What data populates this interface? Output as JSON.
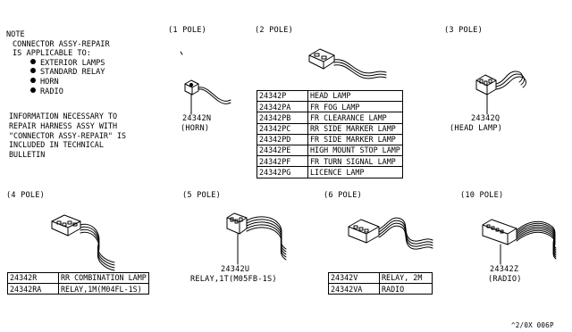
{
  "note": {
    "title": "NOTE",
    "lines": [
      "CONNECTOR ASSY-REPAIR",
      "IS APPLICABLE TO:"
    ],
    "items": [
      "EXTERIOR LAMPS",
      "STANDARD RELAY",
      "HORN",
      "RADIO"
    ]
  },
  "info": [
    "INFORMATION NECESSARY TO",
    "REPAIR HARNESS ASSY WITH",
    "\"CONNECTOR ASSY-REPAIR\" IS",
    "INCLUDED IN TECHNICAL",
    "BULLETIN"
  ],
  "headers": {
    "pole1": "(1 POLE)",
    "pole2": "(2 POLE)",
    "pole3": "(3 POLE)",
    "pole4": "(4 POLE)",
    "pole5": "(5 POLE)",
    "pole6": "(6 POLE)",
    "pole10": "(10 POLE)"
  },
  "callouts": {
    "c1_part": "24342N",
    "c1_desc": "(HORN)",
    "c3_part": "24342Q",
    "c3_desc": "(HEAD LAMP)",
    "c5_part": "24342U",
    "c5_desc": "RELAY,1T(M05FB-1S)",
    "c10_part": "24342Z",
    "c10_desc": "(RADIO)"
  },
  "table_2pole": [
    {
      "part": "24342P",
      "desc": "HEAD LAMP"
    },
    {
      "part": "24342PA",
      "desc": "FR FOG LAMP"
    },
    {
      "part": "24342PB",
      "desc": "FR CLEARANCE LAMP"
    },
    {
      "part": "24342PC",
      "desc": "RR SIDE MARKER LAMP"
    },
    {
      "part": "24342PD",
      "desc": "FR SIDE MARKER LAMP"
    },
    {
      "part": "24342PE",
      "desc": "HIGH MOUNT STOP LAMP"
    },
    {
      "part": "24342PF",
      "desc": "FR TURN SIGNAL LAMP"
    },
    {
      "part": "24342PG",
      "desc": "LICENCE LAMP"
    }
  ],
  "table_4pole": [
    {
      "part": "24342R",
      "desc": "RR COMBINATION LAMP"
    },
    {
      "part": "24342RA",
      "desc": "RELAY,1M(M04FL-1S)"
    }
  ],
  "table_6pole": [
    {
      "part": "24342V",
      "desc": "RELAY, 2M"
    },
    {
      "part": "24342VA",
      "desc": "RADIO"
    }
  ],
  "diagram_code": "^2/0X 006P"
}
